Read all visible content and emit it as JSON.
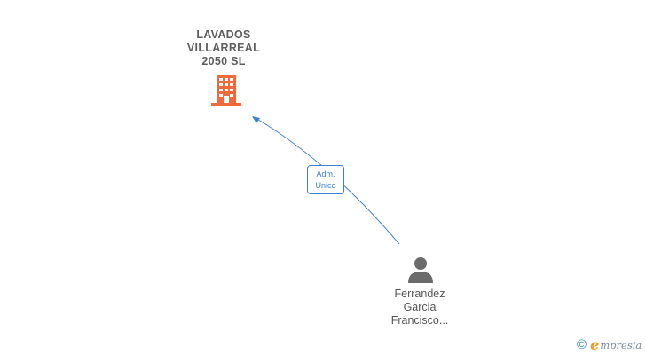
{
  "company": {
    "name_lines": [
      "LAVADOS",
      "VILLARREAL",
      "2050 SL"
    ],
    "icon": "building-icon",
    "icon_color": "#f26a3b"
  },
  "person": {
    "name_lines": [
      "Ferrandez",
      "Garcia",
      "Francisco..."
    ],
    "icon": "person-icon",
    "icon_color": "#6b6b6b"
  },
  "relation": {
    "label_lines": [
      "Adm.",
      "Unico"
    ],
    "color": "#3f7fcf"
  },
  "brand": {
    "copyright_symbol": "©",
    "first_letter": "e",
    "rest": "mpresia",
    "accent_color": "#f39a1f"
  }
}
